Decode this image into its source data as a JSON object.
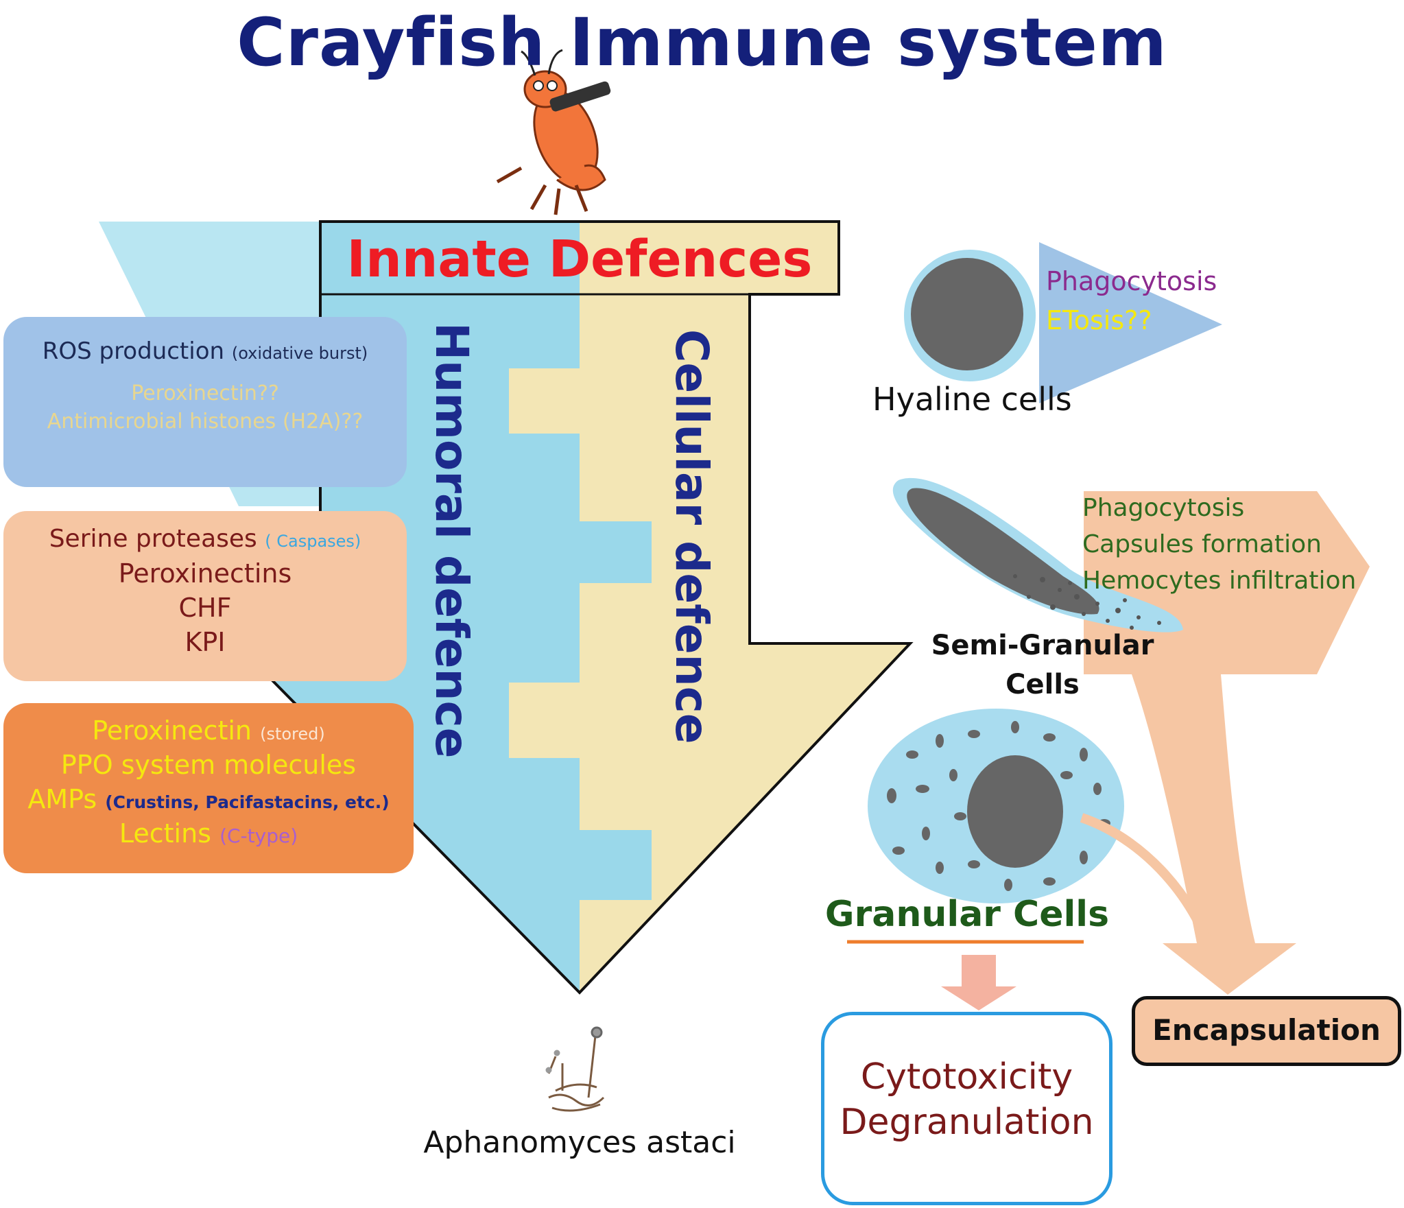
{
  "title": "Crayfish Immune system",
  "innate_header": "Innate Defences",
  "humoral_label": "Humoral defence",
  "cellular_label": "Cellular defence",
  "box_blue": {
    "line1_main": "ROS production",
    "line1_note": "(oxidative burst)",
    "line2": "Peroxinectin??",
    "line3": "Antimicrobial histones (H2A)??"
  },
  "box_peach": {
    "line1_main": "Serine proteases",
    "line1_note": "( Caspases)",
    "line2": "Peroxinectins",
    "line3": "CHF",
    "line4": "KPI"
  },
  "box_orange": {
    "line1_main": "Peroxinectin",
    "line1_note": "(stored)",
    "line2": "PPO system molecules",
    "line3_main": "AMPs",
    "line3_note": "(Crustins, Pacifastacins, etc.)",
    "line4_main": "Lectins",
    "line4_note": "(C-type)"
  },
  "hyaline": {
    "label": "Hyaline cells",
    "func1": "Phagocytosis",
    "func2": "ETosis??"
  },
  "semi_granular": {
    "label_line1": "Semi-Granular",
    "label_line2": "Cells",
    "func1": "Phagocytosis",
    "func2": "Capsules formation",
    "func3": "Hemocytes infiltration"
  },
  "granular": {
    "label": "Granular Cells"
  },
  "cytotoxicity": {
    "line1": "Cytotoxicity",
    "line2": "Degranulation"
  },
  "encapsulation": "Encapsulation",
  "pathogen": "Aphanomyces astaci",
  "colors": {
    "title": "#14207a",
    "red": "#ee1c24",
    "humoral_blue": "#9ad8ea",
    "cellular_yellow": "#f3e6b5",
    "peach": "#f6c6a3",
    "orange": "#ef8c4a",
    "purple": "#8b2a8e",
    "yellow": "#f5e80f",
    "green": "#2e6b1f",
    "dark_red": "#7a1a1a"
  }
}
